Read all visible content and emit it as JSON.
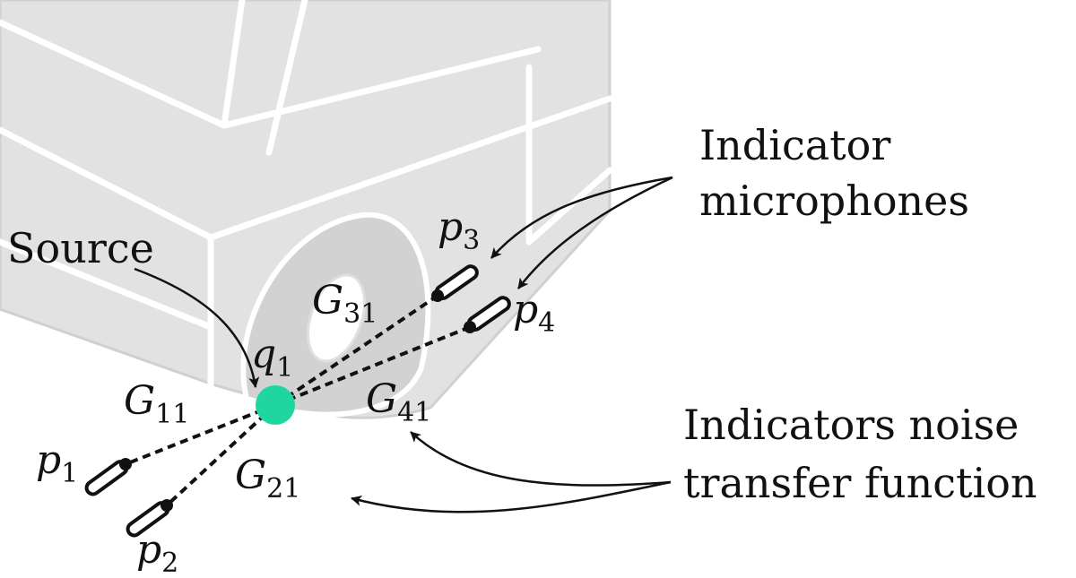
{
  "labels": {
    "source": "Source",
    "indicator_mics_line1": "Indicator",
    "indicator_mics_line2": "microphones",
    "transfer_line1": "Indicators noise",
    "transfer_line2": "transfer function"
  },
  "source_point": {
    "name": "q",
    "sub": "1",
    "color": "#1fd6a0"
  },
  "microphones": [
    {
      "name": "p",
      "sub": "1"
    },
    {
      "name": "p",
      "sub": "2"
    },
    {
      "name": "p",
      "sub": "3"
    },
    {
      "name": "p",
      "sub": "4"
    }
  ],
  "transfer_functions": [
    {
      "name": "G",
      "sub": "11"
    },
    {
      "name": "G",
      "sub": "21"
    },
    {
      "name": "G",
      "sub": "31"
    },
    {
      "name": "G",
      "sub": "41"
    }
  ]
}
